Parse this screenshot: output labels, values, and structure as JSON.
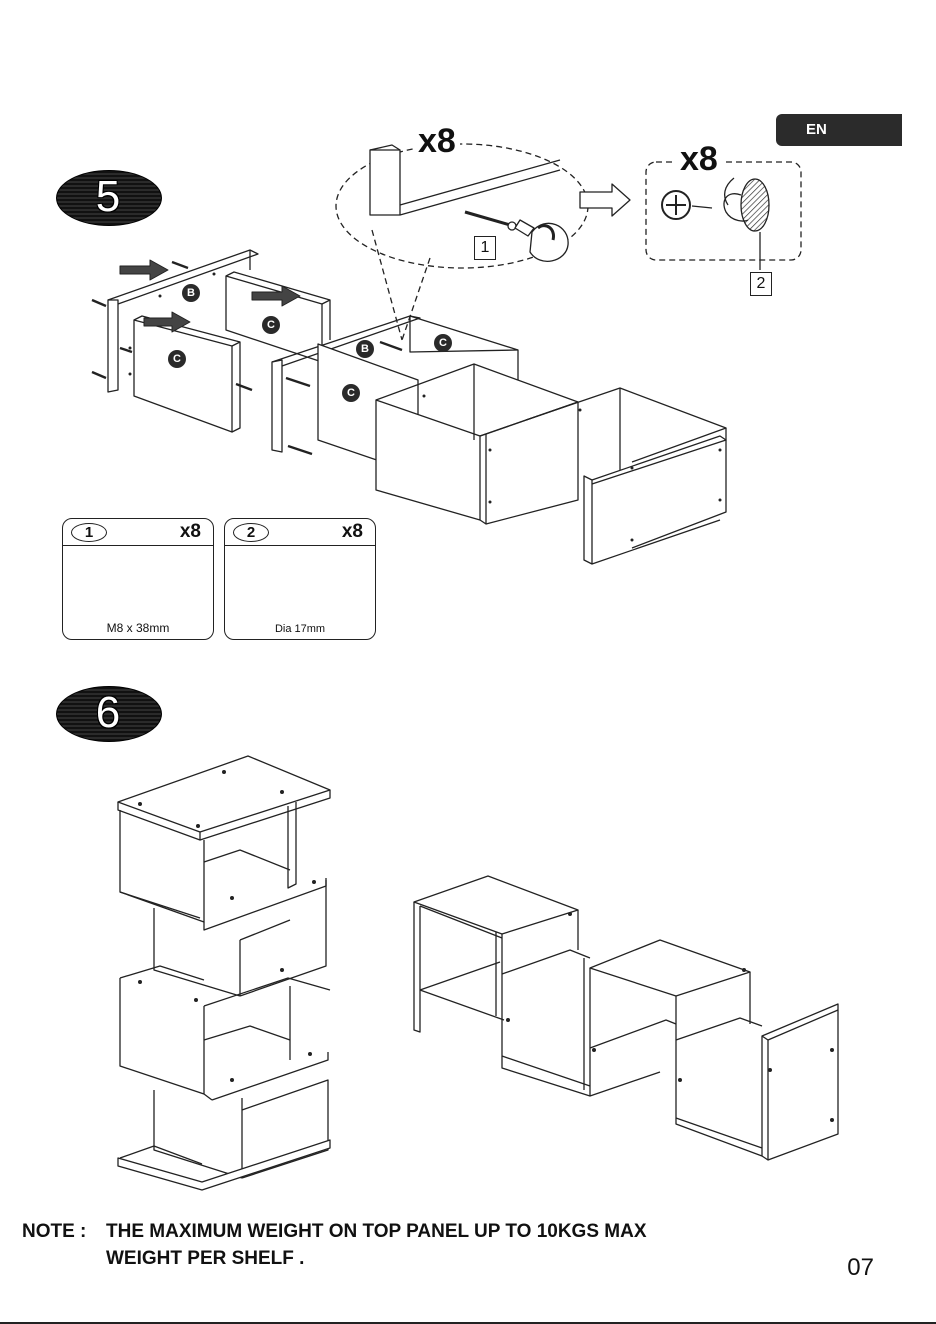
{
  "language_tab": "EN",
  "steps": [
    {
      "number": "5"
    },
    {
      "number": "6"
    }
  ],
  "callouts": {
    "screw_detail_qty": "x8",
    "cap_detail_qty": "x8",
    "screw_label": "1",
    "cap_label": "2"
  },
  "panel_letters": [
    "B",
    "C",
    "C",
    "B",
    "C",
    "C"
  ],
  "parts": [
    {
      "index": "1",
      "qty": "x8",
      "size": "M8 x 38mm"
    },
    {
      "index": "2",
      "qty": "x8",
      "size": "Dia 17mm"
    }
  ],
  "note": {
    "label": "NOTE :",
    "line1": "THE MAXIMUM WEIGHT ON TOP PANEL UP TO 10KGS MAX",
    "line2": "WEIGHT PER SHELF ."
  },
  "page_number": "07"
}
